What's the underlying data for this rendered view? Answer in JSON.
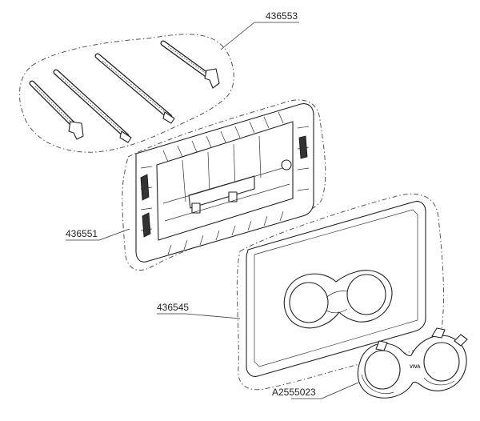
{
  "parts": [
    {
      "id": "rods",
      "label": "436553",
      "description_visible": false
    },
    {
      "id": "frame",
      "label": "436551"
    },
    {
      "id": "plate",
      "label": "436545"
    },
    {
      "id": "ring",
      "label": "A2555023"
    }
  ],
  "ring_logo_text": "VIVA"
}
